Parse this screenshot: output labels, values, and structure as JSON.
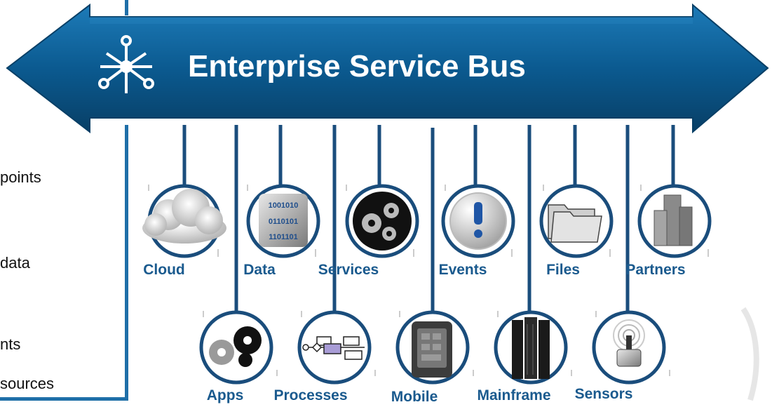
{
  "bus": {
    "title": "Enterprise Service Bus",
    "accent": "#0d5a8c",
    "hub_icon": "network-hub-icon"
  },
  "left_bullets": [
    {
      "text": "points"
    },
    {
      "text": "data"
    },
    {
      "text": "nts"
    },
    {
      "text": "sources"
    }
  ],
  "top_nodes": [
    {
      "label": "Cloud",
      "icon": "cloud-icon"
    },
    {
      "label": "Data",
      "icon": "binary-data-icon"
    },
    {
      "label": "Services",
      "icon": "gears-icon"
    },
    {
      "label": "Events",
      "icon": "exclamation-icon"
    },
    {
      "label": "Files",
      "icon": "folder-icon"
    },
    {
      "label": "Partners",
      "icon": "buildings-icon"
    }
  ],
  "bottom_nodes": [
    {
      "label": "Apps",
      "icon": "app-gears-icon"
    },
    {
      "label": "Processes",
      "icon": "process-flow-icon"
    },
    {
      "label": "Mobile",
      "icon": "mobile-device-icon"
    },
    {
      "label": "Mainframe",
      "icon": "server-rack-icon"
    },
    {
      "label": "Sensors",
      "icon": "sensor-icon"
    }
  ],
  "binary_lines": [
    "1001010",
    "0110101",
    "1101101"
  ],
  "colors": {
    "bus_dark": "#0a4f80",
    "bus_light": "#1c76b3",
    "connector": "#1a4d7c",
    "label": "#1a5a8e"
  }
}
